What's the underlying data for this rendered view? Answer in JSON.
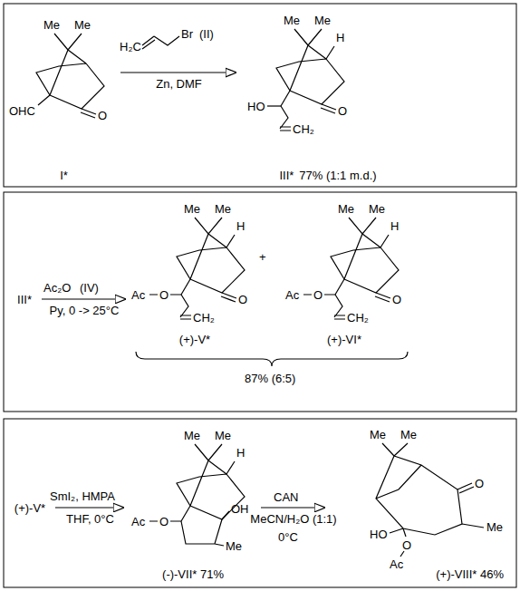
{
  "diagram": {
    "nodes": [
      {
        "text": [
          "I*"
        ]
      },
      {
        "text": [
          "III*",
          "77% (1:1 m.d.)"
        ]
      },
      {
        "text": [
          "III*"
        ]
      },
      {
        "text": [
          "(+)-V*"
        ]
      },
      {
        "text": [
          "(+)-VI*"
        ]
      },
      {
        "text": [
          "(+)-V*"
        ]
      },
      {
        "text": [
          "(-)-VII* 71%"
        ]
      },
      {
        "text": [
          "(+)-VIII* 46%"
        ]
      }
    ],
    "edges": [
      {
        "from": 0,
        "to": 1,
        "arrow": "to",
        "label": "Zn, DMF"
      },
      {
        "from": 2,
        "to": 3,
        "arrow": "to",
        "label": "Py, 0 -> 25°C"
      },
      {
        "from": 5,
        "to": 6,
        "arrow": "to",
        "label": "THF, 0°C"
      },
      {
        "from": 6,
        "to": 7,
        "arrow": "to",
        "label": "MeCN/H₂O (1:1)"
      }
    ],
    "labels": [
      "Me",
      "Me",
      "OHC",
      "O",
      "H₂C",
      "Br",
      "(II)",
      "Me",
      "Me",
      "H",
      "HO",
      "O",
      "CH₂",
      "Ac₂O",
      "(IV)",
      "Me",
      "Me",
      "H",
      "Ac",
      "O",
      "O",
      "CH₂",
      "Me",
      "Me",
      "H",
      "Ac",
      "O",
      "O",
      "CH₂",
      "+",
      "87% (6:5)",
      "SmI₂, HMPA",
      "Me",
      "Me",
      "H",
      "Ac",
      "O",
      "OH",
      "Me",
      "CAN",
      "0°C",
      "Me",
      "Me",
      "O",
      "Me",
      "HO",
      "O",
      "Ac"
    ]
  }
}
